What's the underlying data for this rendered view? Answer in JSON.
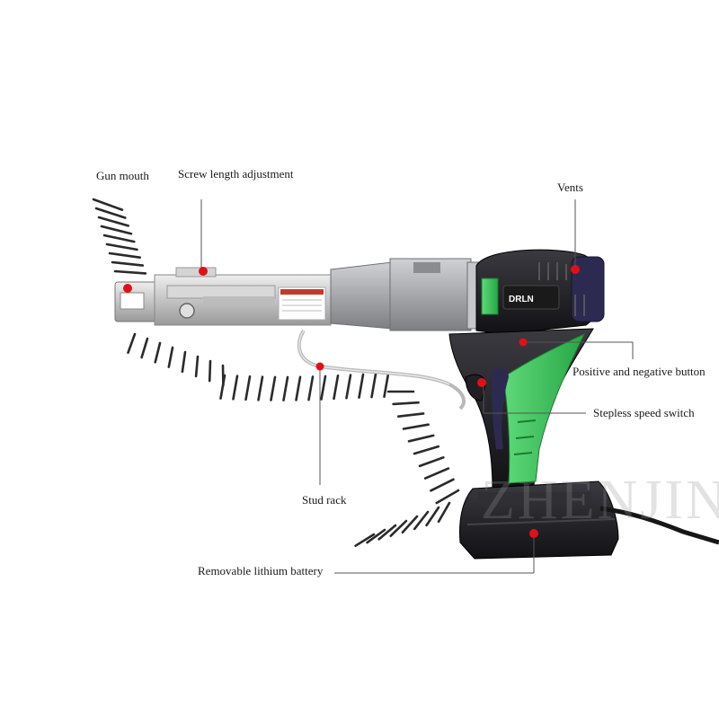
{
  "labels": {
    "gun_mouth": "Gun mouth",
    "screw_length": "Screw length adjustment",
    "vents": "Vents",
    "pos_neg_button": "Positive and negative button",
    "stepless_switch": "Stepless speed switch",
    "stud_rack": "Stud rack",
    "battery": "Removable lithium battery"
  },
  "brand_badge": "DRLN",
  "watermark": "ZHENJING",
  "colors": {
    "housing_green": "#3cc55b",
    "housing_black": "#1e1e22",
    "gearbox_gray": "#a7a9ad",
    "purple_trim": "#3a2a6e",
    "marker_red": "#e0101a",
    "screw_dark": "#2a2a2a"
  }
}
